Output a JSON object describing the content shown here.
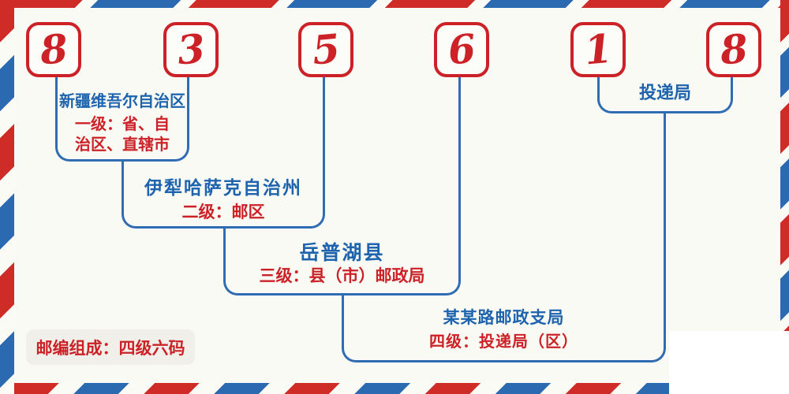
{
  "code": {
    "digits": [
      "8",
      "3",
      "5",
      "6",
      "1",
      "8"
    ]
  },
  "levels": [
    {
      "region": "新疆维吾尔自治区",
      "desc_line1": "一级：省、自",
      "desc_line2": "治区、直辖市"
    },
    {
      "region": "伊犁哈萨克自治州",
      "desc": "二级：邮区"
    },
    {
      "region": "岳普湖县",
      "desc": "三级：县（市）邮政局"
    },
    {
      "region": "某某路邮政支局",
      "desc": "四级：投递局（区）"
    }
  ],
  "delivery_office_label": "投递局",
  "footer": {
    "badge": "邮编组成：四级六码"
  },
  "colors": {
    "red": "#cc2127",
    "blue_text": "#1d63ad",
    "line_blue": "#2f6cb4",
    "stripe_red": "#cf2b27",
    "stripe_blue": "#2b69b0",
    "background": "#fafaf4"
  }
}
